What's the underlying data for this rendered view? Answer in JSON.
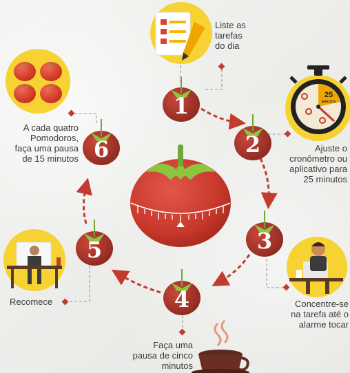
{
  "steps": [
    {
      "number": "1",
      "text": "Liste as\ntarefas\ndo dia"
    },
    {
      "number": "2",
      "text": "Ajuste o\ncronômetro ou\naplicativo para\n25 minutos"
    },
    {
      "number": "3",
      "text": "Concentre-se\nna tarefa até o\nalarme tocar"
    },
    {
      "number": "4",
      "text": "Faça uma\npausa de cinco\nminutos"
    },
    {
      "number": "5",
      "text": "Recomece"
    },
    {
      "number": "6",
      "text": "A cada quatro\nPomodoros,\nfaça uma pausa\nde 15 minutos"
    }
  ],
  "timer": {
    "value": "25",
    "unit": "MINUTOS"
  },
  "colors": {
    "tomato": "#b8382c",
    "tomato_dark": "#8e2a21",
    "leaf": "#8cc63f",
    "icon_circle": "#f6d333",
    "connector": "#c23b2e",
    "dotted": "#b3b3b3",
    "text": "#3a3a3a"
  }
}
